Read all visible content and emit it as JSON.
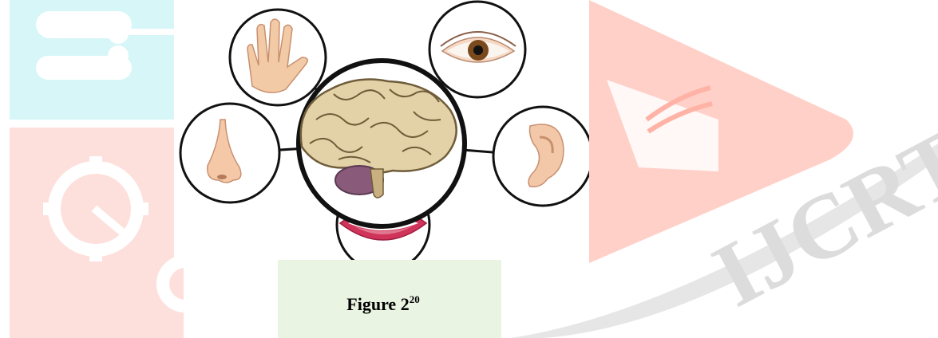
{
  "watermark": {
    "logo_text": "IJCRT",
    "colors": {
      "cyan": "#d6f6f7",
      "salmon": "#fde3dd",
      "pink": "#ffd0c8",
      "green": "#eaf4e2",
      "grey": "#e6e6e6"
    }
  },
  "figure": {
    "parts": [
      "hand-icon",
      "eye-icon",
      "nose-icon",
      "ear-icon",
      "mouth-icon",
      "brain-icon"
    ]
  },
  "caption": {
    "label": "Figure 2",
    "superscript": "20"
  }
}
